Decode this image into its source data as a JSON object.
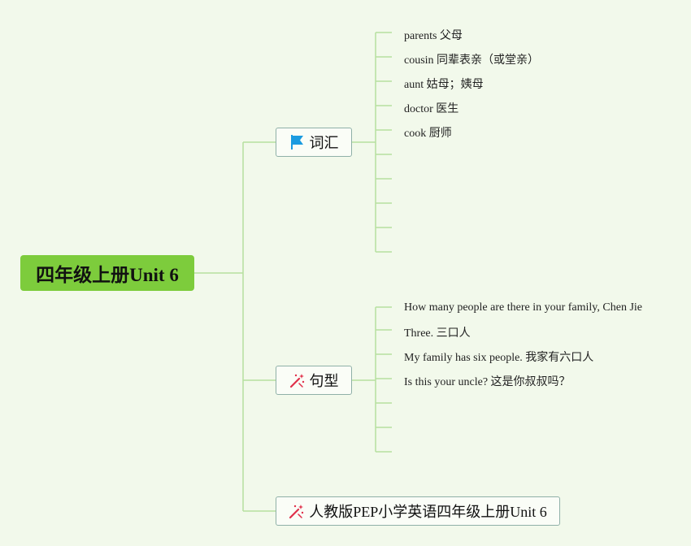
{
  "root": {
    "label": "四年级上册Unit 6"
  },
  "branches": {
    "vocab": {
      "label": "词汇",
      "icon": "flag-icon",
      "leaves": [
        "parents 父母",
        "cousin 同辈表亲（或堂亲）",
        "aunt 姑母；姨母",
        "doctor 医生",
        "cook 厨师"
      ]
    },
    "sentences": {
      "label": "句型",
      "icon": "magic-wand-icon",
      "leaves": [
        "How many people are there in your family, Chen Jie",
        "Three. 三口人",
        "My family has six people. 我家有六口人",
        "Is this your uncle? 这是你叔叔吗？"
      ]
    },
    "source": {
      "label": "人教版PEP小学英语四年级上册Unit 6",
      "icon": "magic-wand-icon"
    }
  },
  "colors": {
    "root": "#7dcc3c",
    "lines": "#b6e0a0",
    "background": "#f2f9eb",
    "node_border": "#8fb0a8",
    "flag": "#1a9be0",
    "wand": "#e0304a"
  }
}
